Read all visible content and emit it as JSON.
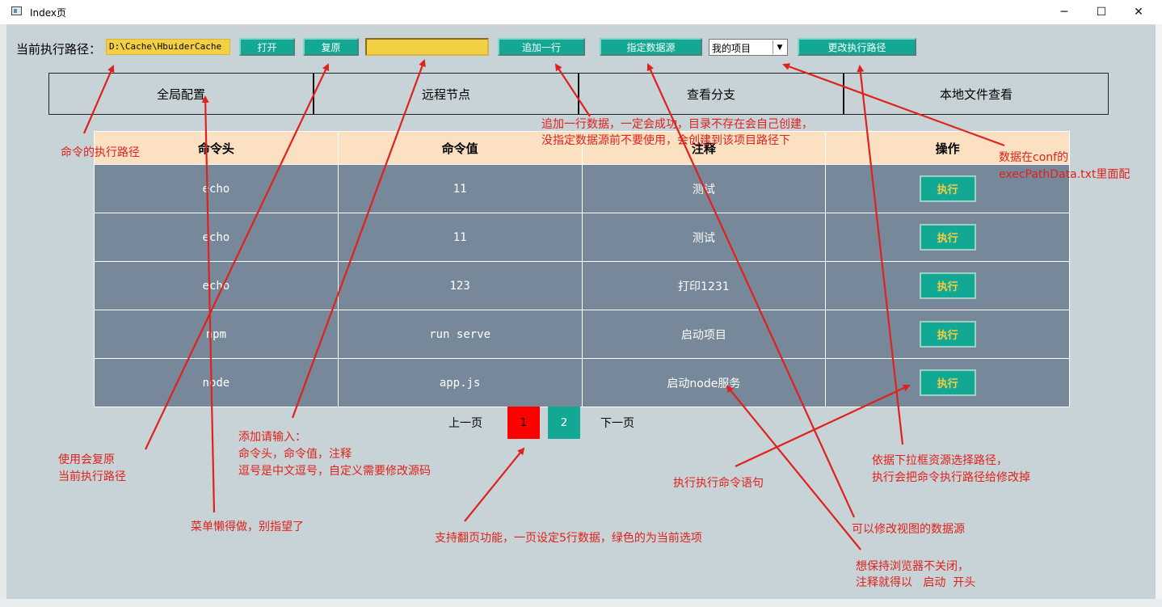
{
  "window": {
    "title": "Index页",
    "minimize": "─",
    "maximize": "☐",
    "close": "✕"
  },
  "toolbar": {
    "path_label": "当前执行路径：",
    "path_value": "D:\\Cache\\HbuiderCache",
    "open_label": "打开",
    "restore_label": "复原",
    "add_row_label": "追加一行",
    "data_source_label": "指定数据源",
    "project_select_value": "我的项目",
    "change_path_label": "更改执行路径"
  },
  "tabs": [
    "全局配置",
    "远程节点",
    "查看分支",
    "本地文件查看"
  ],
  "table": {
    "headers": [
      "命令头",
      "命令值",
      "注释",
      "操作"
    ],
    "rows": [
      {
        "head": "echo",
        "value": "11",
        "note": "测试",
        "action": "执行"
      },
      {
        "head": "echo",
        "value": "11",
        "note": "测试",
        "action": "执行"
      },
      {
        "head": "echo",
        "value": "123",
        "note": "打印1231",
        "action": "执行"
      },
      {
        "head": "npm",
        "value": "run serve",
        "note": "启动项目",
        "action": "执行"
      },
      {
        "head": "node",
        "value": "app.js",
        "note": "启动node服务",
        "action": "执行"
      }
    ]
  },
  "pager": {
    "prev": "上一页",
    "pages": [
      "1",
      "2"
    ],
    "next": "下一页",
    "active_color": "#ff0000",
    "other_color": "#12a894"
  },
  "annotations": {
    "exec_path": "命令的执行路径",
    "add_row_1": "追加一行数据，一定会成功，目录不存在会自己创建，",
    "add_row_2": "没指定数据源前不要使用，会创建到该项目路径下",
    "conf_1": "数据在conf的",
    "conf_2": "execPathData.txt里面配",
    "restore_1": "使用会复原",
    "restore_2": "当前执行路径",
    "input_1": "添加请输入：",
    "input_2": "命令头，命令值，注释",
    "input_3": "逗号是中文逗号，自定义需要修改源码",
    "menu": "菜单懒得做，别指望了",
    "paging": "支持翻页功能，一页设定5行数据，绿色的为当前选项",
    "execute": "执行执行命令语句",
    "dropdown_1": "依据下拉框资源选择路径，",
    "dropdown_2": "执行会把命令执行路径给修改掉",
    "datasource": "可以修改视图的数据源",
    "browser_1": "想保持浏览器不关闭，",
    "browser_2": "注释就得以   启动  开头"
  },
  "colors": {
    "background": "#c7d3d6",
    "teal": "#12a894",
    "yellow": "#f3cf44",
    "row": "#77889a",
    "header": "#fbe1c2",
    "annotation": "#e0211c"
  }
}
